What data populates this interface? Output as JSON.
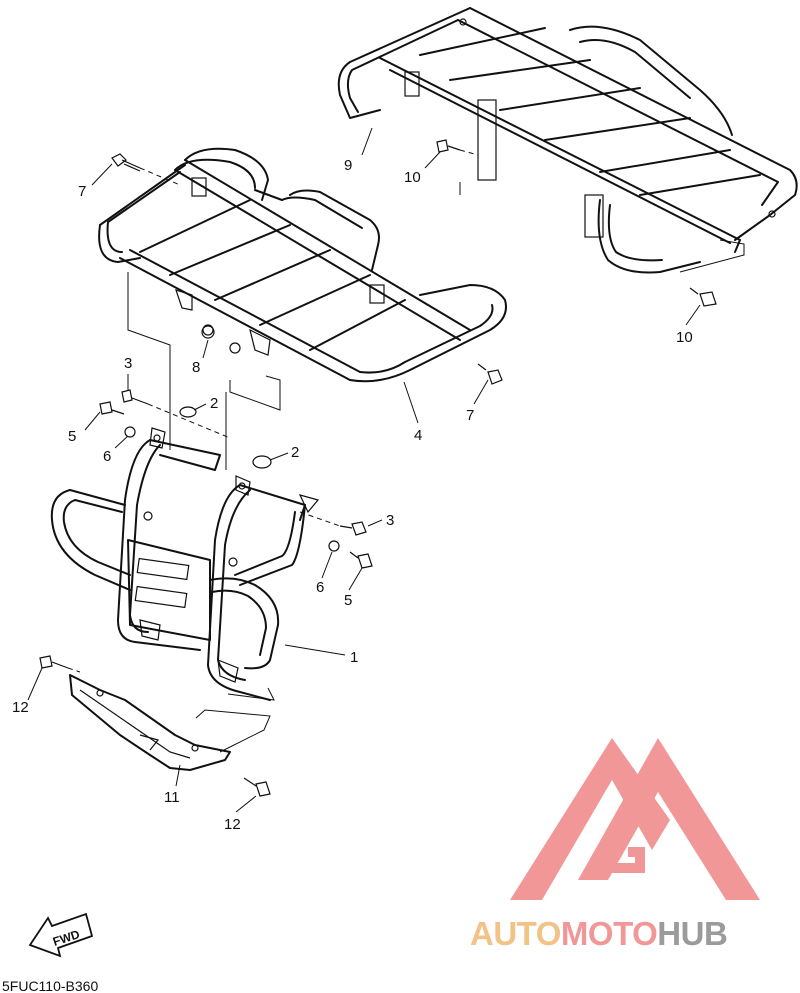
{
  "diagram": {
    "drawing_code": "5FUC110-B360",
    "fwd_label": "FWD",
    "callouts": {
      "c1": "1",
      "c2a": "2",
      "c2b": "2",
      "c3a": "3",
      "c3b": "3",
      "c4": "4",
      "c5a": "5",
      "c5b": "5",
      "c6a": "6",
      "c6b": "6",
      "c7a": "7",
      "c7b": "7",
      "c8": "8",
      "c9": "9",
      "c10a": "10",
      "c10b": "10",
      "c11": "11",
      "c12a": "12",
      "c12b": "12"
    }
  },
  "watermark": {
    "word_part1": "AUTO",
    "word_part2": "MOTO",
    "word_part3": "HUB",
    "color_orange": "#f2b872",
    "color_red": "#f08585",
    "color_gray": "#8a8a8a"
  }
}
